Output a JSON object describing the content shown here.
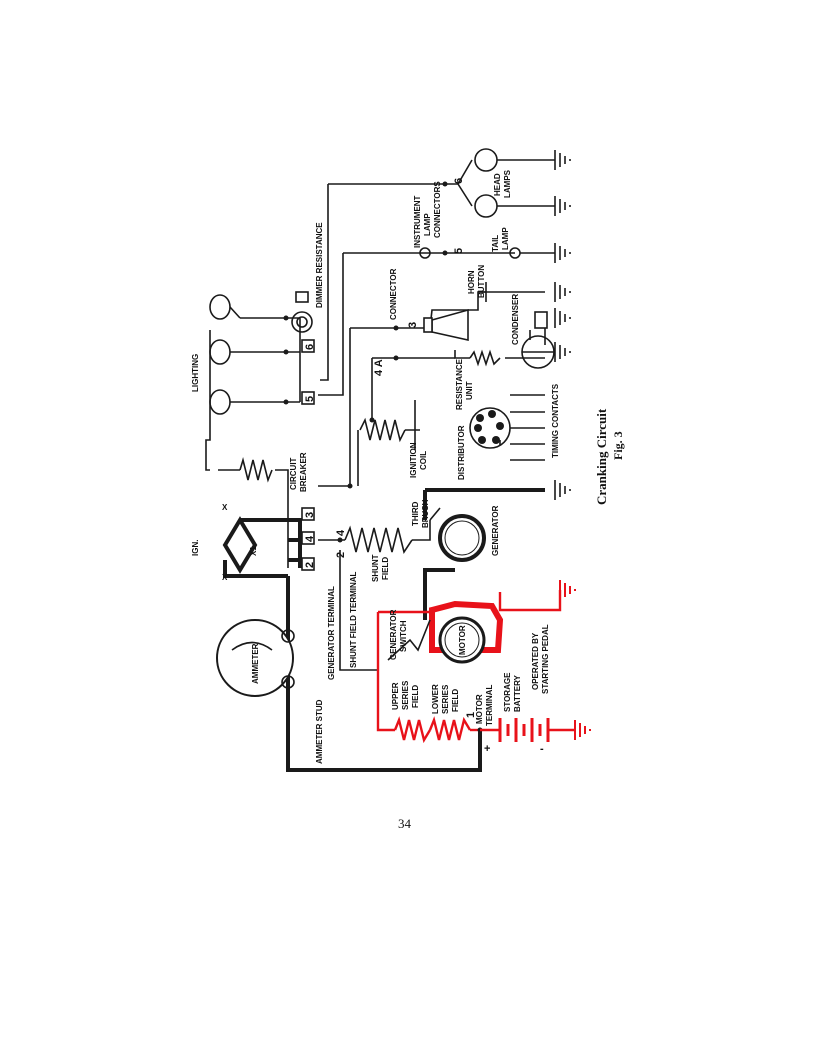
{
  "page_number": "34",
  "caption": {
    "title": "Cranking Circuit",
    "figure": "Fig. 3"
  },
  "labels": {
    "lighting": "LIGHTING",
    "dimmer_resistance": "DIMMER RESISTANCE",
    "instrument_lamp": [
      "INSTRUMENT",
      "LAMP"
    ],
    "connectors": "CONNECTORS",
    "head_lamps": [
      "HEAD",
      "LAMPS"
    ],
    "tail_lamp": [
      "TAIL",
      "LAMP"
    ],
    "horn_button": [
      "HORN",
      "BUTTON"
    ],
    "connector": "CONNECTOR",
    "condenser": "CONDENSER",
    "resistance_unit": [
      "RESISTANCE",
      "UNIT"
    ],
    "timing_contacts": "TIMING CONTACTS",
    "distributor": "DISTRIBUTOR",
    "ignition_coil": [
      "IGNITION",
      "COIL"
    ],
    "circuit_breaker": [
      "CIRCUIT",
      "BREAKER"
    ],
    "third_brush": [
      "THIRD",
      "BRUSH"
    ],
    "generator": "GENERATOR",
    "shunt_field": [
      "SHUNT",
      "FIELD"
    ],
    "ign": "IGN.",
    "x": "X",
    "x1": "X1",
    "ammeter": "AMMETER",
    "ammeter_stud": "AMMETER STUD",
    "generator_terminal": "GENERATOR TERMINAL",
    "shunt_field_terminal": "SHUNT FIELD TERMINAL",
    "generator_switch": [
      "GENERATOR",
      "SWITCH"
    ],
    "motor": "MOTOR",
    "operated_by": [
      "OPERATED BY",
      "STARTING PEDAL"
    ],
    "upper_series_field": [
      "UPPER",
      "SERIES",
      "FIELD"
    ],
    "lower_series_field": [
      "LOWER",
      "SERIES",
      "FIELD"
    ],
    "motor_terminal": [
      "MOTOR",
      "TERMINAL"
    ],
    "storage_battery": [
      "STORAGE",
      "BATTERY"
    ],
    "plus": "+",
    "minus": "-"
  },
  "terminal_numbers": [
    "2",
    "4",
    "3",
    "5",
    "6"
  ],
  "wire_numbers": {
    "n6": "6",
    "n5": "5",
    "n3": "3",
    "n4a": "4 A",
    "n4": "4",
    "n2": "2",
    "n1": "1"
  },
  "colors": {
    "ink": "#1a1a1a",
    "cranking_circuit": "#e8121a",
    "paper": "#ffffff"
  }
}
